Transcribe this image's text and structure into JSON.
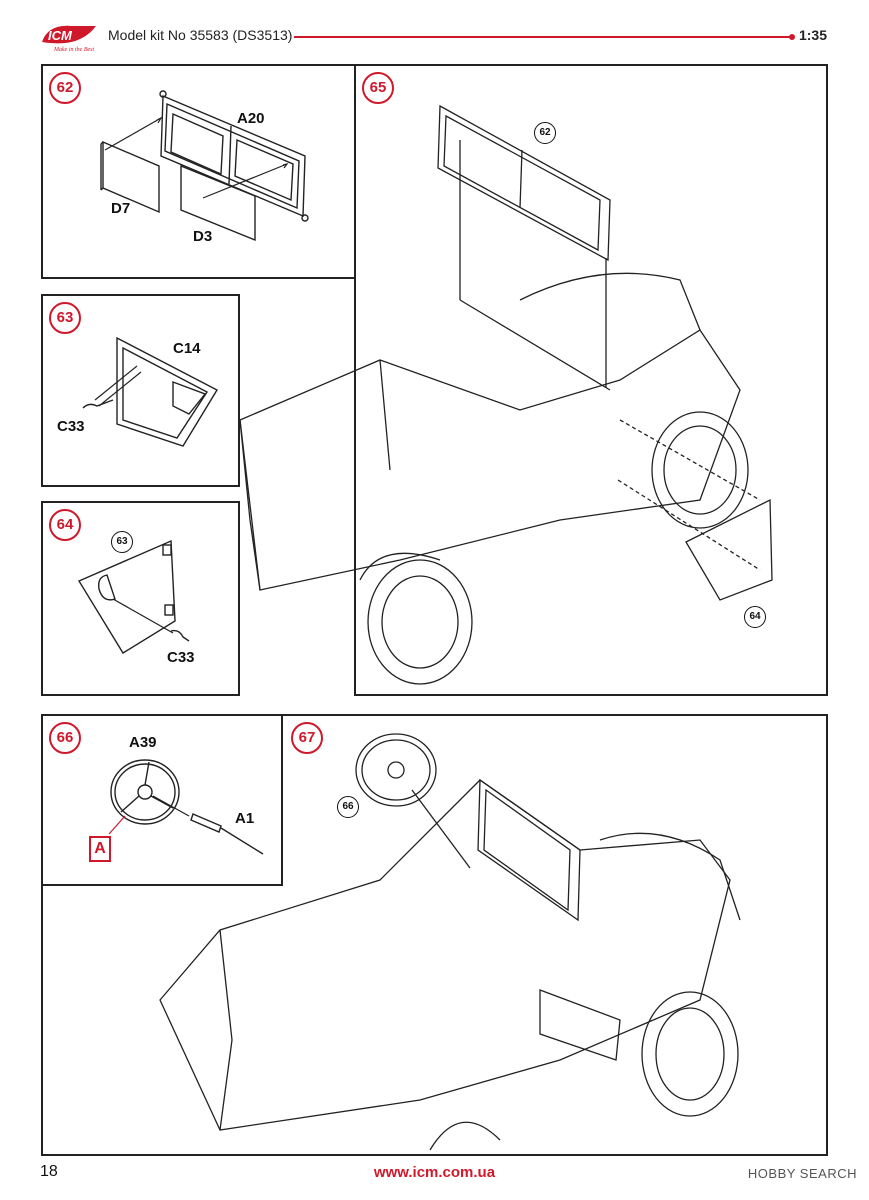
{
  "header": {
    "brand": "ICM",
    "slogan": "Make in the Best",
    "kit_label": "Model kit No 35583 (DS3513)",
    "scale": "1:35"
  },
  "steps": {
    "s62": {
      "number": "62",
      "parts": [
        "A20",
        "D7",
        "D3"
      ]
    },
    "s63": {
      "number": "63",
      "parts": [
        "C14",
        "C33"
      ]
    },
    "s64": {
      "number": "64",
      "ref": "63",
      "parts": [
        "C33"
      ]
    },
    "s65": {
      "number": "65",
      "refs": [
        "62",
        "64"
      ]
    },
    "s66": {
      "number": "66",
      "parts": [
        "A39",
        "A1"
      ],
      "paint_ref": "A"
    },
    "s67": {
      "number": "67",
      "ref": "66"
    }
  },
  "footer": {
    "page_number": "18",
    "url": "www.icm.com.ua",
    "watermark": "HOBBY SEARCH"
  }
}
